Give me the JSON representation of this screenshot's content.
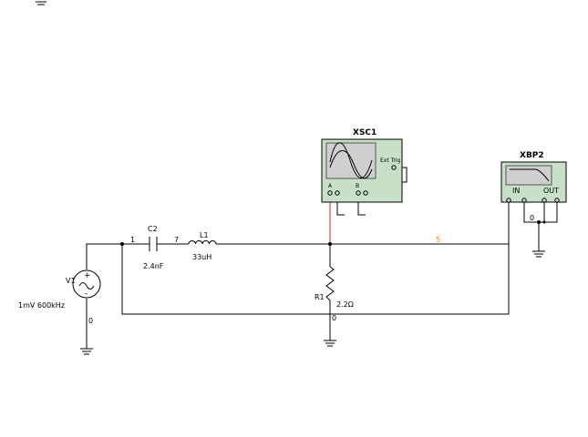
{
  "components": {
    "source": {
      "ref": "V1",
      "value": "1mV 600kHz"
    },
    "capacitor": {
      "ref": "C2",
      "value": "2.4nF"
    },
    "inductor": {
      "ref": "L1",
      "value": "33uH"
    },
    "resistor": {
      "ref": "R1",
      "value": "2.2Ω"
    },
    "oscilloscope": {
      "ref": "XSC1",
      "trigger_label": "Ext Trig",
      "ch_a": "A",
      "ch_b": "B"
    },
    "bode_plotter": {
      "ref": "XBP2",
      "in_label": "IN",
      "out_label": "OUT"
    }
  },
  "nets": {
    "n1": "1",
    "n7": "7",
    "n5": "5",
    "n0_source": "0",
    "n0_resistor": "0",
    "n0_bode": "0"
  },
  "colors": {
    "wire": "#000000",
    "probe_wire": "#d42020",
    "net5_label": "#e08a00",
    "instrument_body": "#c8e0c8",
    "instrument_screen": "#cfcfcf"
  }
}
